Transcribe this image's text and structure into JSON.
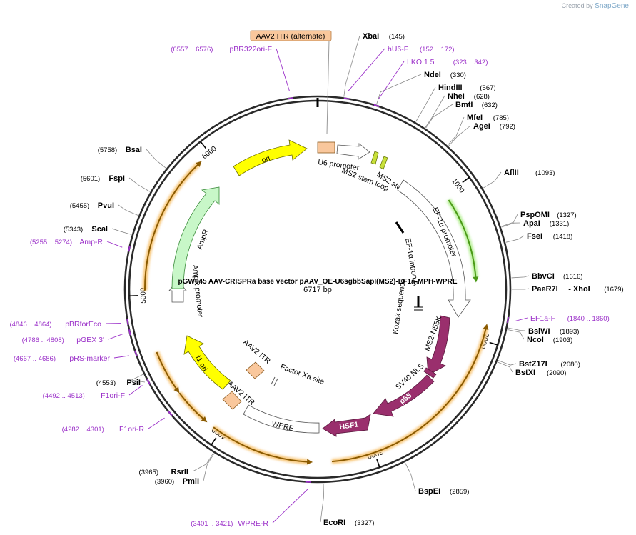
{
  "credit": {
    "prefix": "Created by",
    "brand": "SnapGene"
  },
  "plasmid": {
    "title": "pGW645 AAV-CRISPRa base vector pAAV_OE-U6sgbbSapI(MS2)-EF1a-MPH-WPRE",
    "length_label": "6717 bp",
    "length": 6717
  },
  "ticks": [
    {
      "pos": 1000,
      "label": "1000"
    },
    {
      "pos": 2000,
      "label": "2000"
    },
    {
      "pos": 3000,
      "label": "3000"
    },
    {
      "pos": 4000,
      "label": "4000"
    },
    {
      "pos": 5000,
      "label": "5000"
    },
    {
      "pos": 6000,
      "label": "6000"
    }
  ],
  "enzymes": [
    {
      "name": "XbaI",
      "pos_label": "(145)",
      "pos": 145
    },
    {
      "name": "NdeI",
      "pos_label": "(330)",
      "pos": 330
    },
    {
      "name": "HindIII",
      "pos_label": "(567)",
      "pos": 567
    },
    {
      "name": "NheI",
      "pos_label": "(628)",
      "pos": 628
    },
    {
      "name": "BmtI",
      "pos_label": "(632)",
      "pos": 632
    },
    {
      "name": "MfeI",
      "pos_label": "(785)",
      "pos": 785
    },
    {
      "name": "AgeI",
      "pos_label": "(792)",
      "pos": 792
    },
    {
      "name": "AflII",
      "pos_label": "(1093)",
      "pos": 1093
    },
    {
      "name": "PspOMI",
      "pos_label": "(1327)",
      "pos": 1327
    },
    {
      "name": "ApaI",
      "pos_label": "(1331)",
      "pos": 1331
    },
    {
      "name": "FseI",
      "pos_label": "(1418)",
      "pos": 1418
    },
    {
      "name": "BbvCI",
      "pos_label": "(1616)",
      "pos": 1616
    },
    {
      "name": "PaeR7I",
      "pos_label": "(1679)",
      "pos": 1679,
      "extra": "- XhoI"
    },
    {
      "name": "BsiWI",
      "pos_label": "(1893)",
      "pos": 1893
    },
    {
      "name": "NcoI",
      "pos_label": "(1903)",
      "pos": 1903
    },
    {
      "name": "BstZ17I",
      "pos_label": "(2080)",
      "pos": 2080
    },
    {
      "name": "BstXI",
      "pos_label": "(2090)",
      "pos": 2090
    },
    {
      "name": "BspEI",
      "pos_label": "(2859)",
      "pos": 2859
    },
    {
      "name": "EcoRI",
      "pos_label": "(3327)",
      "pos": 3327
    },
    {
      "name": "PmlI",
      "pos_label": "(3960)",
      "pos": 3960
    },
    {
      "name": "RsrII",
      "pos_label": "(3965)",
      "pos": 3965
    },
    {
      "name": "PsiI",
      "pos_label": "(4553)",
      "pos": 4553
    },
    {
      "name": "ScaI",
      "pos_label": "(5343)",
      "pos": 5343
    },
    {
      "name": "PvuI",
      "pos_label": "(5455)",
      "pos": 5455
    },
    {
      "name": "FspI",
      "pos_label": "(5601)",
      "pos": 5601
    },
    {
      "name": "BsaI",
      "pos_label": "(5758)",
      "pos": 5758
    }
  ],
  "primers": [
    {
      "name": "hU6-F",
      "range": "(152 .. 172)",
      "pos": 162
    },
    {
      "name": "LKO.1 5'",
      "range": "(323 .. 342)",
      "pos": 332
    },
    {
      "name": "EF1a-F",
      "range": "(1840 .. 1860)",
      "pos": 1850
    },
    {
      "name": "WPRE-R",
      "range": "(3401 .. 3421)",
      "pos": 3411
    },
    {
      "name": "F1ori-R",
      "range": "(4282 .. 4301)",
      "pos": 4291
    },
    {
      "name": "F1ori-F",
      "range": "(4492 .. 4513)",
      "pos": 4502
    },
    {
      "name": "pRS-marker",
      "range": "(4667 .. 4686)",
      "pos": 4676
    },
    {
      "name": "pGEX 3'",
      "range": "(4786 .. 4808)",
      "pos": 4797
    },
    {
      "name": "pBRforEco",
      "range": "(4846 .. 4864)",
      "pos": 4855
    },
    {
      "name": "Amp-R",
      "range": "(5255 .. 5274)",
      "pos": 5264
    },
    {
      "name": "pBR322ori-F",
      "range": "(6557 .. 6576)",
      "pos": 6566
    }
  ],
  "boxed_label": {
    "text": "AAV2 ITR (alternate)",
    "color": "#f9c79c"
  },
  "features": [
    {
      "name": "U6 promoter",
      "color": "#ffffff"
    },
    {
      "name": "MS2 stem loop",
      "color": "#c8e03a"
    },
    {
      "name": "MS2 stem loop",
      "color": "#c8e03a"
    },
    {
      "name": "EF-1α promoter",
      "color": "#ffffff"
    },
    {
      "name": "EF-1α intron A",
      "color": "#000000"
    },
    {
      "name": "Kozak sequence",
      "color": "#000000"
    },
    {
      "name": "MS2-N55K",
      "color": "#9a2f6d"
    },
    {
      "name": "SV40 NLS",
      "color": "#9a2f6d"
    },
    {
      "name": "p65",
      "color": "#9a2f6d"
    },
    {
      "name": "HSF1",
      "color": "#9a2f6d"
    },
    {
      "name": "WPRE",
      "color": "#ffffff"
    },
    {
      "name": "AAV2 ITR",
      "color": "#f9c79c"
    },
    {
      "name": "AAV2 ITR",
      "color": "#f9c79c"
    },
    {
      "name": "Factor Xa site",
      "color": "#ffffff"
    },
    {
      "name": "f1 ori",
      "color": "#ffff00"
    },
    {
      "name": "AmpR promoter",
      "color": "#ffffff"
    },
    {
      "name": "AmpR",
      "color": "#c8f7c8"
    },
    {
      "name": "ori",
      "color": "#ffff00"
    }
  ],
  "colors": {
    "enzyme_text": "#000000",
    "primer": "#9b30c9",
    "orf_outline": "#8a5a00",
    "orf_glow": "#f8c77a",
    "egfp_green": "#4a9a16",
    "backbone": "#222222"
  }
}
